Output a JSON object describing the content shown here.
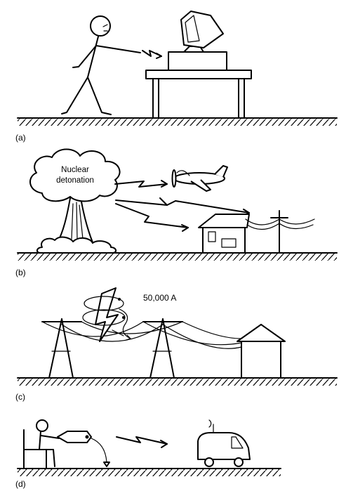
{
  "panels": {
    "a": {
      "label": "(a)"
    },
    "b": {
      "label": "(b)",
      "cloud_text_line1": "Nuclear",
      "cloud_text_line2": "detonation"
    },
    "c": {
      "label": "(c)",
      "current_text": "50,000 A"
    },
    "d": {
      "label": "(d)"
    }
  }
}
